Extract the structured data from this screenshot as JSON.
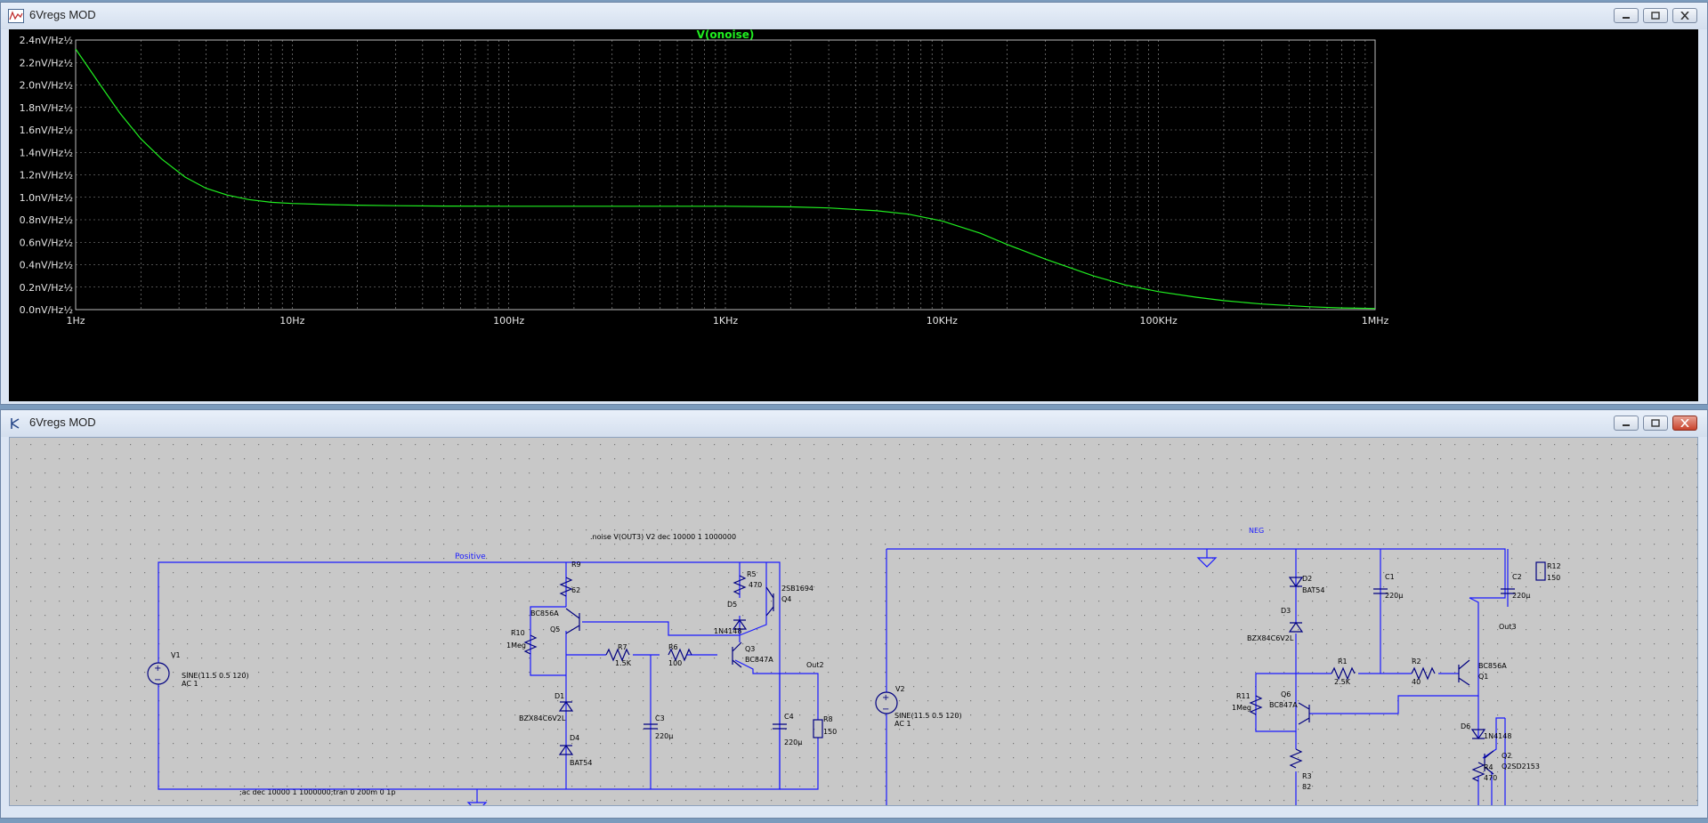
{
  "plot_window": {
    "title": "6Vregs MOD",
    "trace_name": "V(onoise)",
    "colors": {
      "trace": "#20ee20",
      "title": "#20ee20",
      "grid": "#9a9a9a",
      "background": "#000000",
      "labels": "#e6e6e6"
    }
  },
  "chart_data": {
    "type": "line",
    "title": "V(onoise)",
    "x_scale": "log",
    "xlim": [
      1,
      1000000
    ],
    "ylim": [
      0,
      2.4
    ],
    "x_ticks": [
      "1Hz",
      "10Hz",
      "100Hz",
      "1KHz",
      "10KHz",
      "100KHz",
      "1MHz"
    ],
    "y_ticks": [
      "0.0nV/Hz½",
      "0.2nV/Hz½",
      "0.4nV/Hz½",
      "0.6nV/Hz½",
      "0.8nV/Hz½",
      "1.0nV/Hz½",
      "1.2nV/Hz½",
      "1.4nV/Hz½",
      "1.6nV/Hz½",
      "1.8nV/Hz½",
      "2.0nV/Hz½",
      "2.2nV/Hz½",
      "2.4nV/Hz½"
    ],
    "series": [
      {
        "name": "V(onoise)",
        "x": [
          1,
          1.3,
          1.6,
          2,
          2.5,
          3.2,
          4,
          5,
          6.3,
          8,
          10,
          15,
          20,
          30,
          50,
          100,
          300,
          1000,
          2000,
          3000,
          5000,
          7000,
          10000,
          15000,
          20000,
          30000,
          50000,
          70000,
          100000,
          150000,
          200000,
          300000,
          500000,
          700000,
          1000000
        ],
        "y": [
          2.32,
          2.0,
          1.75,
          1.52,
          1.34,
          1.18,
          1.08,
          1.02,
          0.98,
          0.955,
          0.945,
          0.935,
          0.93,
          0.925,
          0.922,
          0.92,
          0.92,
          0.92,
          0.915,
          0.905,
          0.88,
          0.85,
          0.79,
          0.68,
          0.58,
          0.45,
          0.3,
          0.22,
          0.16,
          0.11,
          0.08,
          0.05,
          0.025,
          0.015,
          0.01
        ]
      }
    ],
    "grid": true,
    "legend": "none"
  },
  "schematic_window": {
    "title": "6Vregs MOD",
    "colors": {
      "wire": "#0000ff",
      "component": "#000080",
      "background": "#c8c8c8",
      "dots": "#7a7a7a"
    },
    "directives": {
      "noise": ".noise V(OUT3) V2 dec 10000 1 1000000",
      "ac": ";ac dec 10000 1 1000000;tran 0 200m 0 1p"
    },
    "net_labels": {
      "positive": "Positive",
      "neg": "NEG",
      "out2": "Out2",
      "out3": "Out3"
    },
    "sources": {
      "v1": {
        "name": "V1",
        "value": "SINE(11.5 0.5 120)",
        "ac": "AC 1"
      },
      "v2": {
        "name": "V2",
        "value": "SINE(11.5 0.5 120)",
        "ac": "AC 1"
      }
    },
    "left_parts": {
      "r9": {
        "name": "R9",
        "value": "62"
      },
      "r10": {
        "name": "R10",
        "value": "1Meg"
      },
      "q5": {
        "name": "Q5",
        "value": "BC856A"
      },
      "d1": {
        "name": "D1",
        "value": "BZX84C6V2L"
      },
      "d4": {
        "name": "D4",
        "value": "BAT54"
      },
      "r7": {
        "name": "R7",
        "value": "1.5K"
      },
      "r6": {
        "name": "R6",
        "value": "100"
      },
      "c3": {
        "name": "C3",
        "value": "220µ"
      },
      "r5": {
        "name": "R5",
        "value": "470"
      },
      "d5": {
        "name": "D5",
        "value": "1N4148"
      },
      "q4": {
        "name": "Q4",
        "value": "2SB1694"
      },
      "q3": {
        "name": "Q3",
        "value": "BC847A"
      },
      "c4": {
        "name": "C4",
        "value": "220µ"
      },
      "r8": {
        "name": "R8",
        "value": "150"
      }
    },
    "right_parts": {
      "d2": {
        "name": "D2",
        "value": "BAT54"
      },
      "d3": {
        "name": "D3",
        "value": "BZX84C6V2L"
      },
      "c1": {
        "name": "C1",
        "value": "220µ"
      },
      "c2": {
        "name": "C2",
        "value": "220µ"
      },
      "r12": {
        "name": "R12",
        "value": "150"
      },
      "r1": {
        "name": "R1",
        "value": "2.5K"
      },
      "r2": {
        "name": "R2",
        "value": "40"
      },
      "q1": {
        "name": "Q1",
        "value": "BC856A"
      },
      "r11": {
        "name": "R11",
        "value": "1Meg"
      },
      "q6": {
        "name": "Q6",
        "value": "BC847A"
      },
      "d6": {
        "name": "D6",
        "value": "1N4148"
      },
      "q2": {
        "name": "Q2",
        "value": "Q2SD2153"
      },
      "r3": {
        "name": "R3",
        "value": "82"
      },
      "r4": {
        "name": "R4",
        "value": "470"
      }
    }
  }
}
